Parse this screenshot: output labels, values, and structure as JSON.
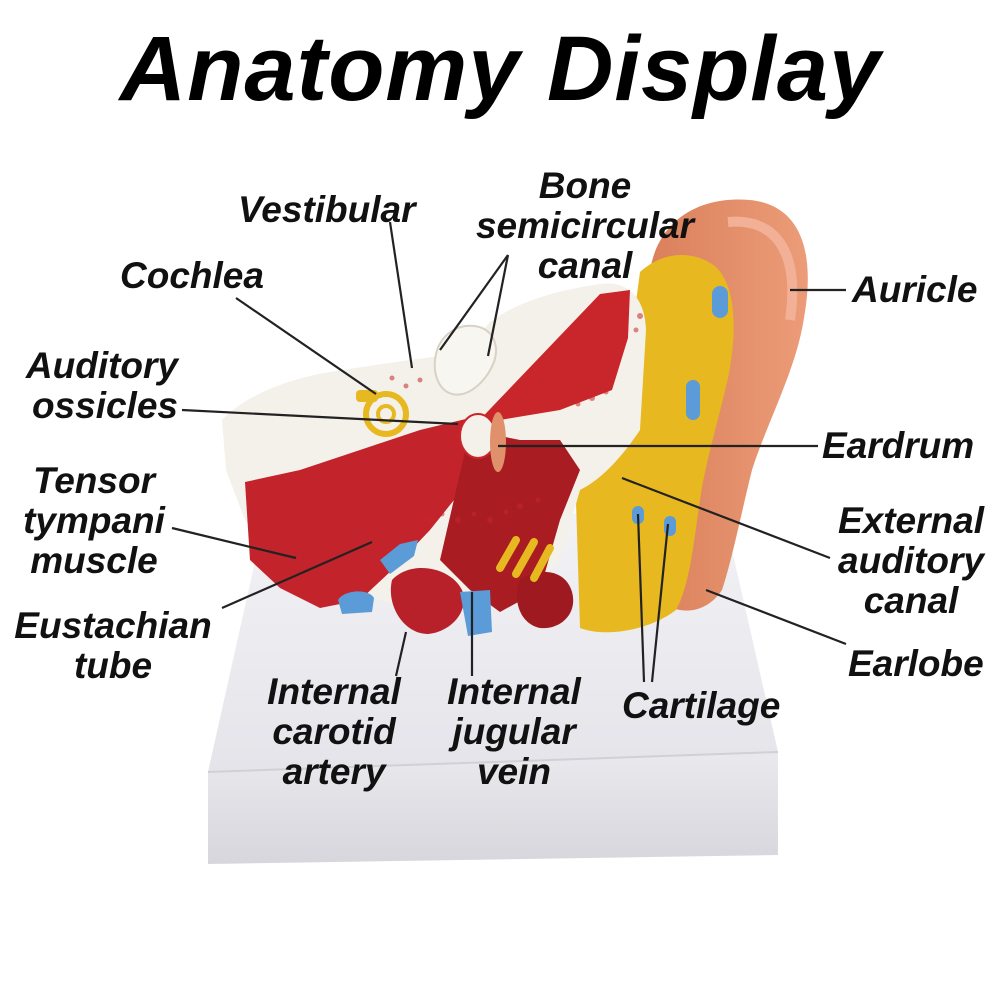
{
  "title": "Anatomy Display",
  "labels": {
    "vestibular": "Vestibular",
    "bone_semicircular_canal": [
      "Bone",
      "semicircular",
      "canal"
    ],
    "cochlea": "Cochlea",
    "auricle": "Auricle",
    "auditory_ossicles": [
      "Auditory",
      "ossicles"
    ],
    "eardrum": "Eardrum",
    "tensor_tympani_muscle": [
      "Tensor",
      "tympani",
      "muscle"
    ],
    "external_auditory_canal": [
      "External",
      "auditory",
      "canal"
    ],
    "eustachian_tube": [
      "Eustachian",
      "tube"
    ],
    "earlobe": "Earlobe",
    "internal_carotid_artery": [
      "Internal",
      "carotid",
      "artery"
    ],
    "internal_jugular_vein": [
      "Internal",
      "jugular",
      "vein"
    ],
    "cartilage": "Cartilage"
  },
  "colors": {
    "bone": "#f4f1ea",
    "muscle": "#c8262a",
    "skin": "#e0906a",
    "cartilage_yellow": "#e8b820",
    "vessel_blue": "#5a9bd8",
    "base": "#ececf0"
  }
}
